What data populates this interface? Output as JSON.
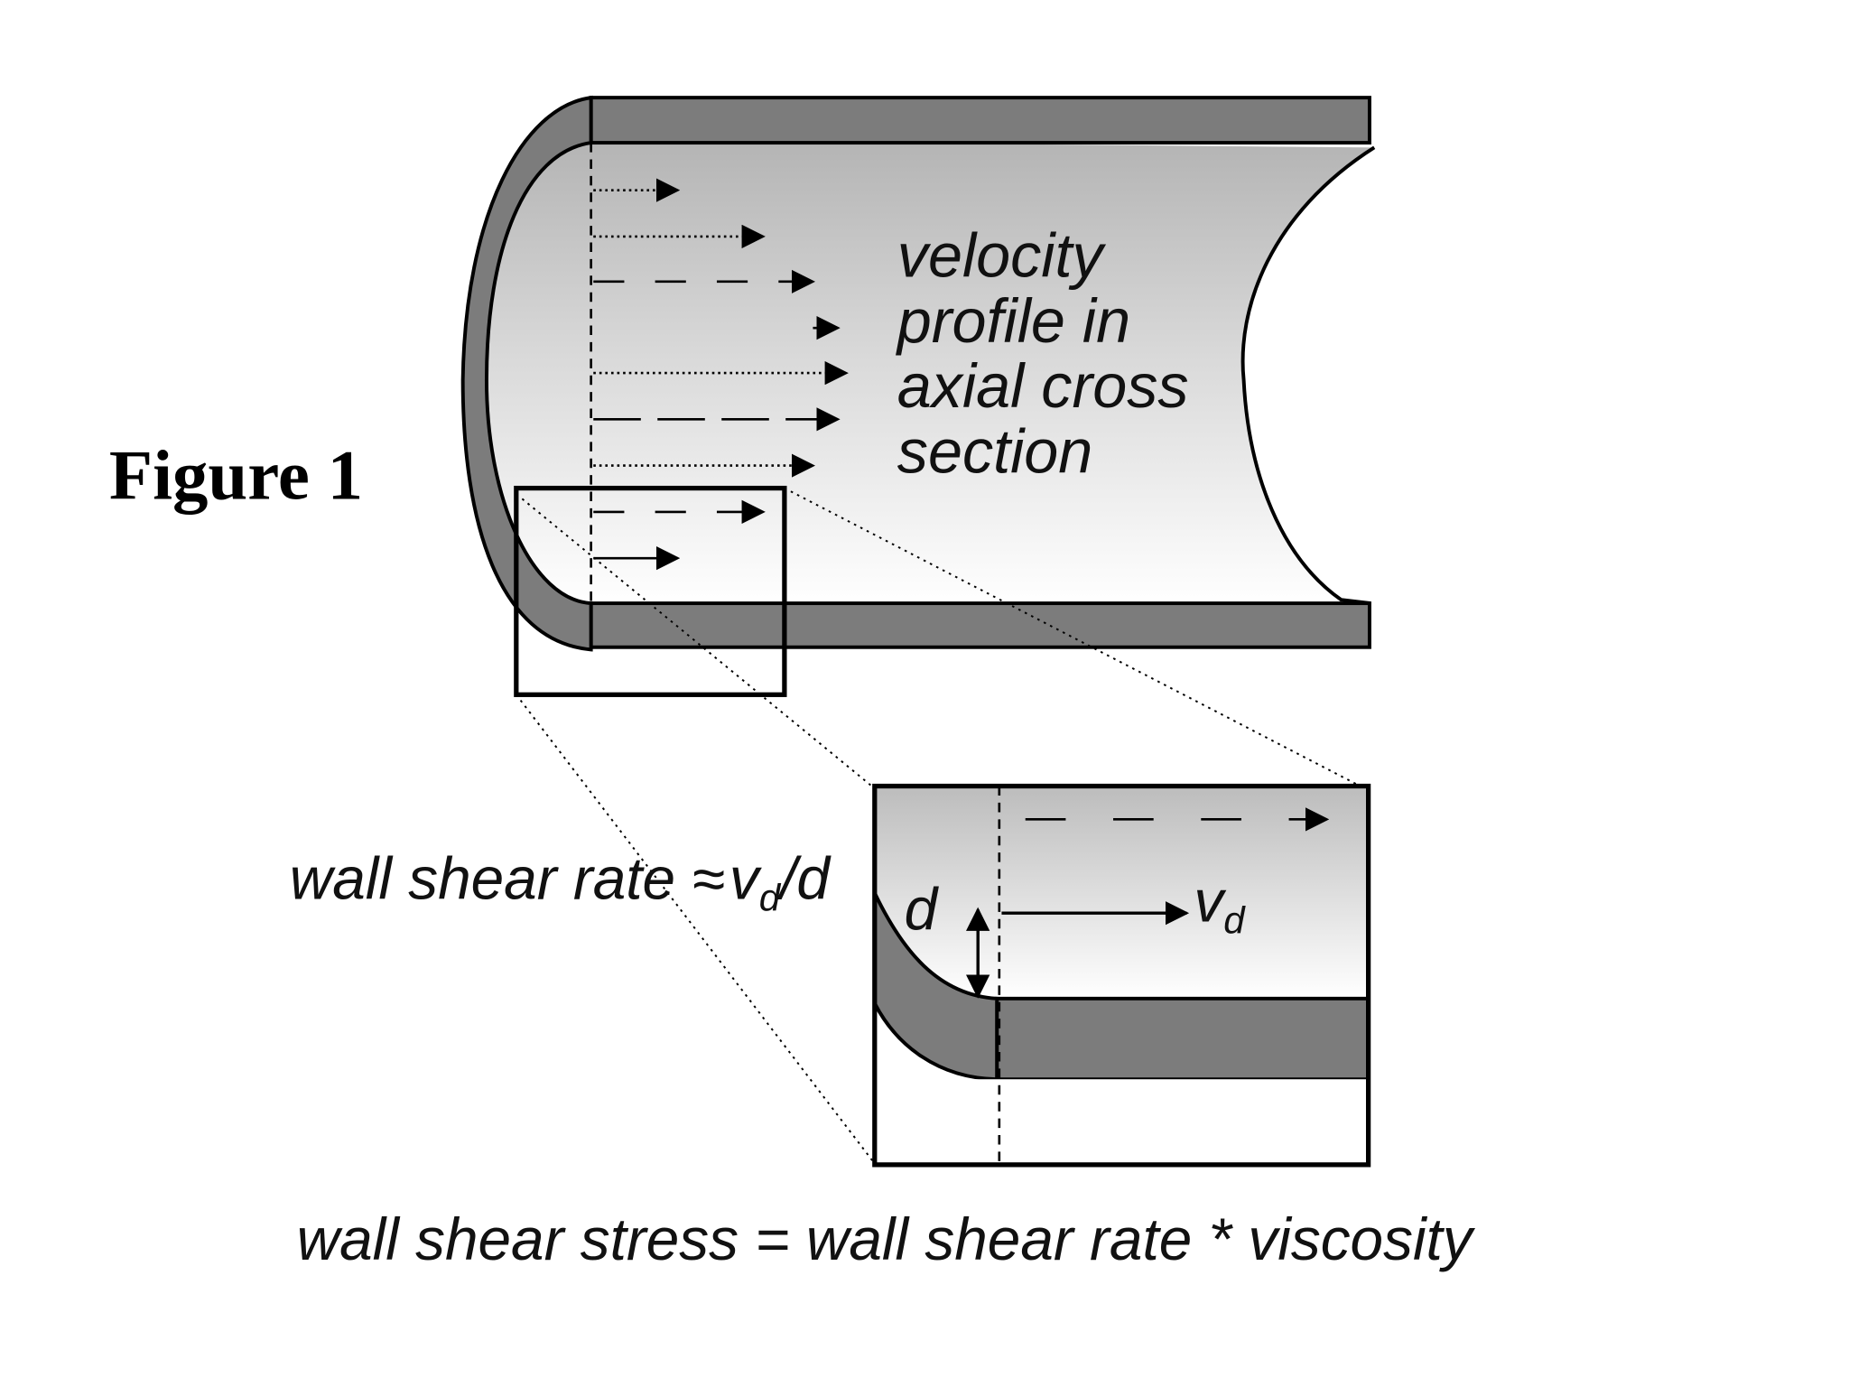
{
  "figure_label": "Figure 1",
  "velocity_label": {
    "line1": "velocity",
    "line2": "profile in",
    "line3": "axial cross",
    "line4": "section"
  },
  "wall_shear_rate": {
    "prefix": "wall shear rate",
    "approx": "≈",
    "v": "v",
    "sub": "d",
    "suffix": "/d"
  },
  "inset": {
    "d_label": "d",
    "v_label": "v",
    "v_sub": "d"
  },
  "bottom_equation": "wall shear stress = wall shear rate * viscosity",
  "colors": {
    "wall": "#7c7c7c",
    "lumen_dark": "#b4b4b4",
    "lumen_light": "#ffffff",
    "outline": "#000000"
  }
}
